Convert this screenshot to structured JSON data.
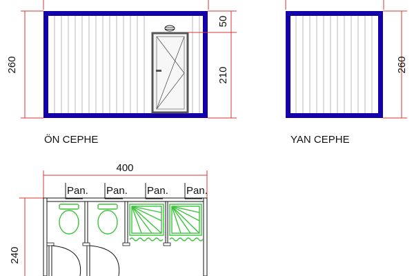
{
  "views": {
    "front_label": "ÖN  CEPHE",
    "side_label": "YAN  CEPHE"
  },
  "dimensions": {
    "front_height": "260",
    "front_top": "50",
    "front_door": "210",
    "side_height": "260",
    "plan_width": "400",
    "plan_depth": "240"
  },
  "plan": {
    "labels": [
      "Pan.",
      "Pan.",
      "Pan.",
      "Pan."
    ]
  },
  "colors": {
    "wall": "#1400a8",
    "dimension": "#dd3333",
    "fixture": "#3ac43a"
  }
}
